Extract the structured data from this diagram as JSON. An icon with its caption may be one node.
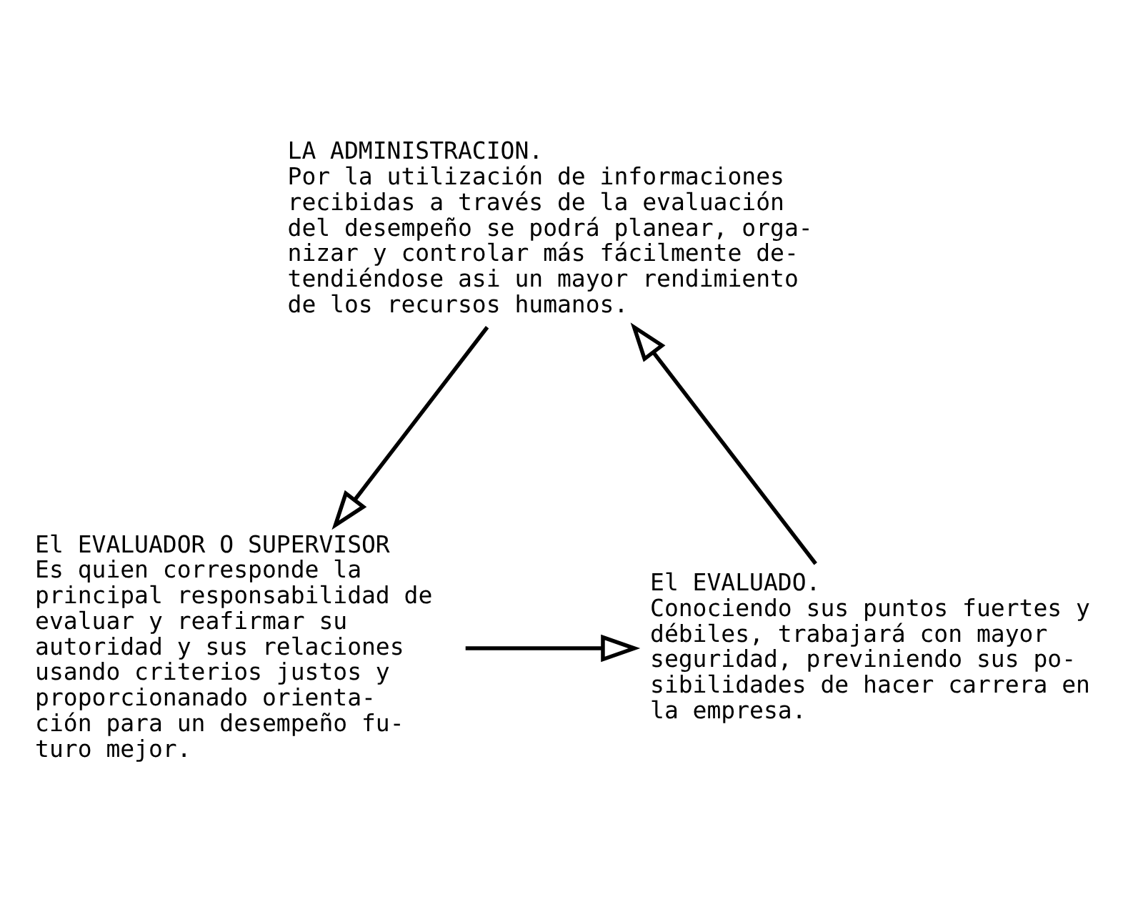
{
  "diagram": {
    "nodes": [
      {
        "text": [
          "LA ADMINISTRACION.",
          "Por la utilización de informaciones recibidas a través de la evaluación del desempeño se podrá planear, orga- nizar y controlar más fácilmente de- tendiéndose asi un mayor rendimiento de los recursos humanos."
        ]
      },
      {
        "text": [
          "El EVALUADOR O SUPERVISOR",
          "Es quien corresponde la principal responsabilidad de evaluar y reafirmar su autoridad y sus relaciones usando criterios justos y proporcionanado orienta- ción para un desempeño fu- turo mejor."
        ]
      },
      {
        "text": [
          "El EVALUADO.",
          "Conociendo sus puntos fuertes y débiles, trabajará con mayor seguridad, previniendo sus po- sibilidades de hacer carrera en la empresa."
        ]
      }
    ],
    "edges": [
      {
        "from": 0,
        "to": 1,
        "arrow": "to"
      },
      {
        "from": 1,
        "to": 2,
        "arrow": "to"
      },
      {
        "from": 2,
        "to": 0,
        "arrow": "to"
      }
    ]
  }
}
